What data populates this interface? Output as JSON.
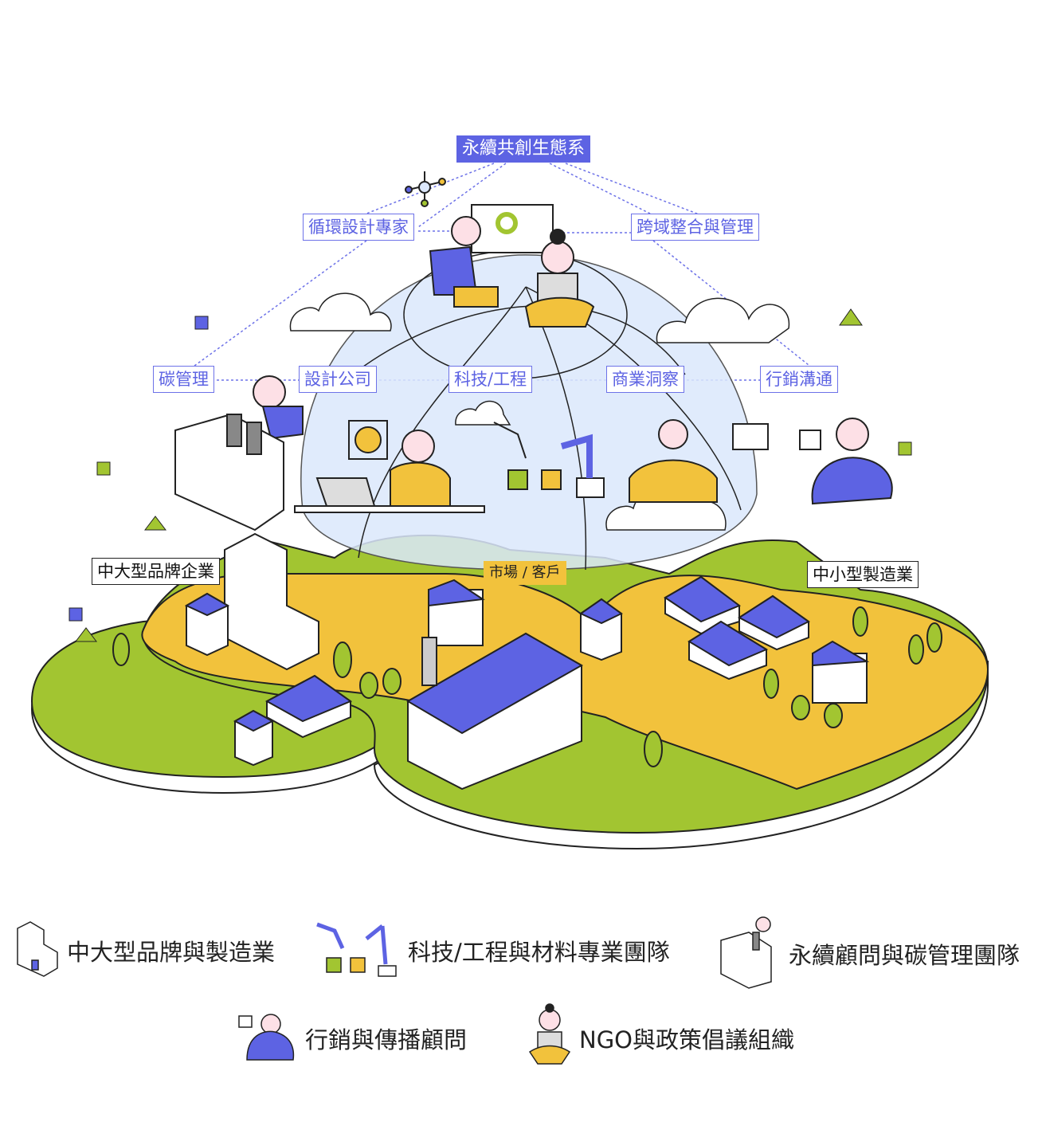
{
  "colors": {
    "accent": "#5d63e3",
    "green": "#a2c531",
    "yellow": "#f2c23c",
    "globe": "#dbe7fb"
  },
  "diagram": {
    "root": "永續共創生態系",
    "upper_nodes": [
      "循環設計專家",
      "跨域整合與管理"
    ],
    "middle_nodes": [
      "碳管理",
      "設計公司",
      "科技/工程",
      "商業洞察",
      "行銷溝通"
    ],
    "land_labels": {
      "large": "中大型品牌企業",
      "market": "市場 / 客戶",
      "small": "中小型製造業"
    }
  },
  "legend": [
    {
      "icon": "factory-building-icon",
      "label": "中大型品牌與製造業"
    },
    {
      "icon": "robot-arm-icon",
      "label": "科技/工程與材料專業團隊"
    },
    {
      "icon": "consultant-icon",
      "label": "永續顧問與碳管理團隊"
    },
    {
      "icon": "marketing-person-icon",
      "label": "行銷與傳播顧問"
    },
    {
      "icon": "ngo-person-icon",
      "label": "NGO與政策倡議組織"
    }
  ]
}
